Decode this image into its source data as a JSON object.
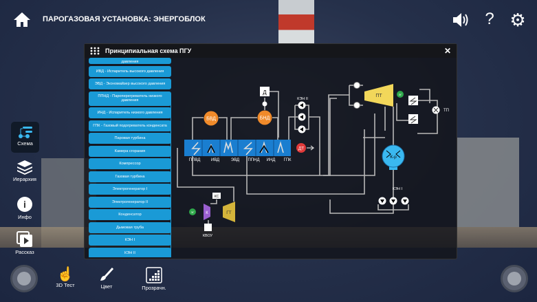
{
  "header": {
    "title": "ПАРОГАЗОВАЯ УСТАНОВКА: ЭНЕРГОБЛОК",
    "home_icon": "home-icon",
    "sound_icon": "speaker-icon",
    "help_label": "?",
    "settings_icon": "gear-icon"
  },
  "panel": {
    "title": "Принципиальная схема ПГУ",
    "close_label": "✕",
    "items": [
      "давления",
      "ИВД - Испаритель высокого давления",
      "ЭВД - Экономайзер высокого давления",
      "ППНД - Пароперегреватель низкого давления",
      "ИНД - Испаритель низкого давления",
      "ГПК - Газовый подогреватель конденсата",
      "Паровая турбина",
      "Камера сгорания",
      "Компрессор",
      "Газовая турбина",
      "Электрогенератор I",
      "Электрогенератор II",
      "Конденсатор",
      "Дымовая труба",
      "КЭН I",
      "КЭН II"
    ]
  },
  "diagram": {
    "hx_labels": [
      "ППВД",
      "ИВД",
      "ЭВД",
      "ППНД",
      "ИНД",
      "ГПК"
    ],
    "bvd": "БВД",
    "bnd": "БНД",
    "d": "Д",
    "dt": "ДТ",
    "ken2": "КЭН II",
    "ken1": "КЭН I",
    "pt": "ПТ",
    "eg": "ЭГ",
    "tp": "ТП",
    "kr": "К-р",
    "ks": "КС",
    "k": "К",
    "gt": "ГТ",
    "kvou": "КВОУ"
  },
  "sidebar": [
    {
      "label": "Схема",
      "selected": true
    },
    {
      "label": "Иерархия"
    },
    {
      "label": "Инфо"
    },
    {
      "label": "Рассказ"
    }
  ],
  "toolbar": [
    {
      "label": "3D Тест"
    },
    {
      "label": "Цвет"
    },
    {
      "label": "Прозрачн."
    }
  ],
  "colors": {
    "accent": "#1a9ad6",
    "orange": "#f08a2a",
    "red": "#e03a3a",
    "yellow": "#f2d75a",
    "purple": "#9a5fd0",
    "green": "#2ea84a"
  }
}
